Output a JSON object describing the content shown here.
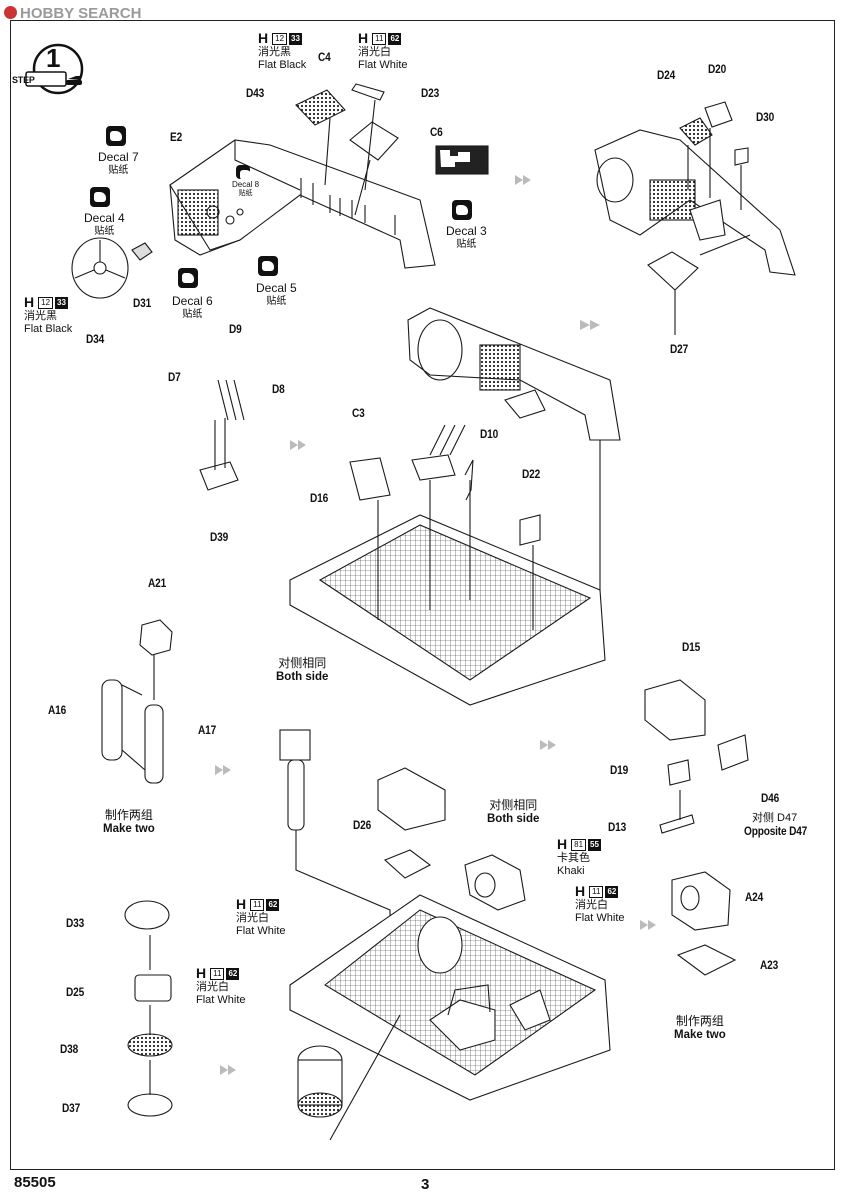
{
  "watermark": "HOBBY SEARCH",
  "step": {
    "number": "1",
    "label": "STEP"
  },
  "footer": {
    "kit_number": "85505",
    "page_number": "3"
  },
  "parts": {
    "C4": "C4",
    "D23": "D23",
    "C6": "C6",
    "D43": "D43",
    "E2": "E2",
    "D31": "D31",
    "D34": "D34",
    "D24": "D24",
    "D20": "D20",
    "D30": "D30",
    "D27": "D27",
    "D9": "D9",
    "D7": "D7",
    "D8": "D8",
    "D39": "D39",
    "C3": "C3",
    "D10": "D10",
    "D22": "D22",
    "D16": "D16",
    "A21": "A21",
    "A16": "A16",
    "A17": "A17",
    "D15": "D15",
    "D19": "D19",
    "D13": "D13",
    "D46": "D46",
    "D47_note": "对侧 D47",
    "D47_note_en": "Opposite D47",
    "D26": "D26",
    "A24": "A24",
    "A23": "A23",
    "D33": "D33",
    "D25": "D25",
    "D38": "D38",
    "D37": "D37"
  },
  "decals": {
    "d7": {
      "label": "Decal 7",
      "sub": "贴纸"
    },
    "d4": {
      "label": "Decal 4",
      "sub": "贴纸"
    },
    "d8": {
      "label": "Decal 8",
      "sub": "贴纸"
    },
    "d6": {
      "label": "Decal 6",
      "sub": "贴纸"
    },
    "d5": {
      "label": "Decal 5",
      "sub": "贴纸"
    },
    "d3": {
      "label": "Decal 3",
      "sub": "贴纸"
    }
  },
  "paints": {
    "flat_black_a": {
      "H": "H",
      "n1": "12",
      "n2": "33",
      "cn": "消光黑",
      "en": "Flat Black"
    },
    "flat_white_a": {
      "H": "H",
      "n1": "11",
      "n2": "62",
      "cn": "消光白",
      "en": "Flat White"
    },
    "flat_black_b": {
      "H": "H",
      "n1": "12",
      "n2": "33",
      "cn": "消光黑",
      "en": "Flat Black"
    },
    "khaki": {
      "H": "H",
      "n1": "81",
      "n2": "55",
      "cn": "卡其色",
      "en": "Khaki"
    },
    "flat_white_b": {
      "H": "H",
      "n1": "11",
      "n2": "62",
      "cn": "消光白",
      "en": "Flat White"
    },
    "flat_white_c": {
      "H": "H",
      "n1": "11",
      "n2": "62",
      "cn": "消光白",
      "en": "Flat White"
    },
    "flat_white_d": {
      "H": "H",
      "n1": "11",
      "n2": "62",
      "cn": "消光白",
      "en": "Flat White"
    }
  },
  "notes": {
    "make_two_a": {
      "cn": "制作两组",
      "en": "Make two"
    },
    "make_two_b": {
      "cn": "制作两组",
      "en": "Make two"
    },
    "both_side_a": {
      "cn": "对侧相同",
      "en": "Both side"
    },
    "both_side_b": {
      "cn": "对侧相同",
      "en": "Both side"
    }
  }
}
